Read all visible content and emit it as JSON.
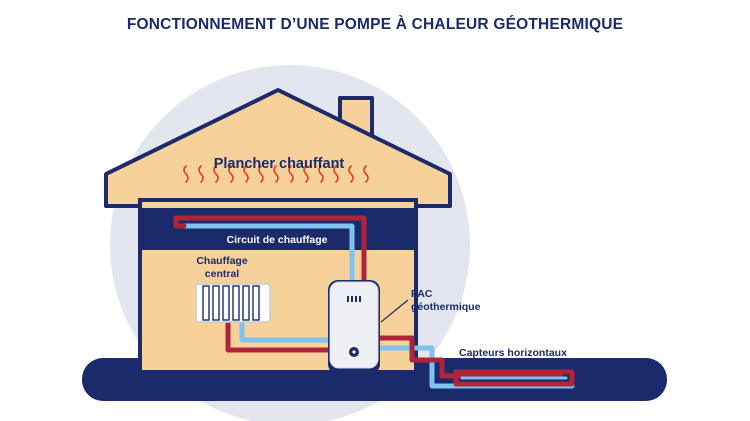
{
  "title": "FONCTIONNEMENT D’UNE POMPE À CHALEUR GÉOTHERMIQUE",
  "labels": {
    "floor_heating": "Plancher chauffant",
    "heating_circuit": "Circuit de chauffage",
    "central_heating_line1": "Chauffage",
    "central_heating_line2": "central",
    "heat_pump_line1": "PAC",
    "heat_pump_line2": "géothermique",
    "horizontal_collectors": "Capteurs horizontaux"
  },
  "colors": {
    "navy": "#1b2a6b",
    "house": "#f6d29a",
    "circle": "#e3e6ef",
    "hot_pipe": "#b0243a",
    "cold_pipe": "#7ec3ef",
    "heat_wave": "#e0412f"
  }
}
